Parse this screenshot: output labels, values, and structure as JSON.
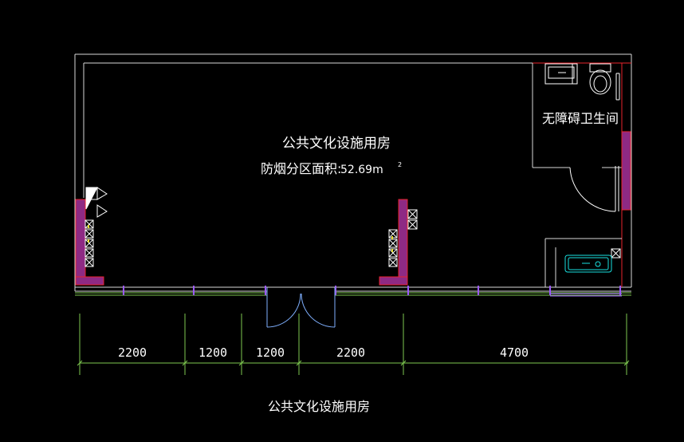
{
  "room": {
    "name": "公共文化设施用房",
    "smoke_zone_label": "防烟分区面积:",
    "smoke_zone_value": "52.69m",
    "area_superscript": "2"
  },
  "restroom": {
    "name": "无障碍卫生间"
  },
  "dimensions": [
    "2200",
    "1200",
    "1200",
    "2200",
    "4700"
  ],
  "caption": "公共文化设施用房",
  "colors": {
    "background": "#000000",
    "wall": "#d9d9d9",
    "red_line": "#e8232c",
    "column_fill": "#8e2a84",
    "dim_line": "#7ec850",
    "door": "#7fb0ff",
    "window_purple": "#9b59ff",
    "fixture": "#ffffff",
    "fixture_cyan": "#19e0e0"
  }
}
